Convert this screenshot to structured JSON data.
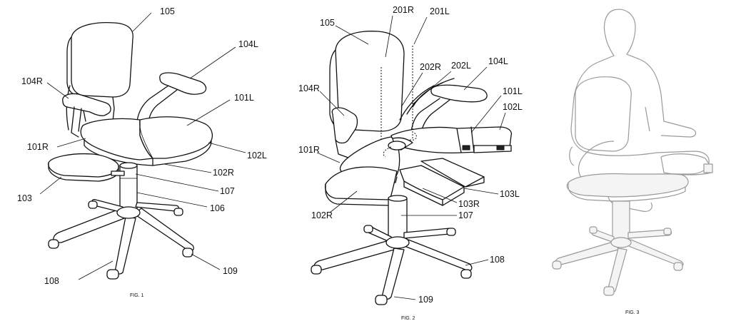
{
  "figures": [
    {
      "caption": "FIG. 1",
      "labels": [
        "105",
        "104L",
        "104R",
        "101L",
        "101R",
        "102L",
        "102R",
        "107",
        "103",
        "106",
        "108",
        "109"
      ]
    },
    {
      "caption": "FIG. 2",
      "labels": [
        "201R",
        "201L",
        "105",
        "202R",
        "202L",
        "104L",
        "104R",
        "101L",
        "102L",
        "101R",
        "103R",
        "103L",
        "102R",
        "107",
        "108",
        "109"
      ]
    },
    {
      "caption": "FIG. 3",
      "labels": []
    }
  ]
}
